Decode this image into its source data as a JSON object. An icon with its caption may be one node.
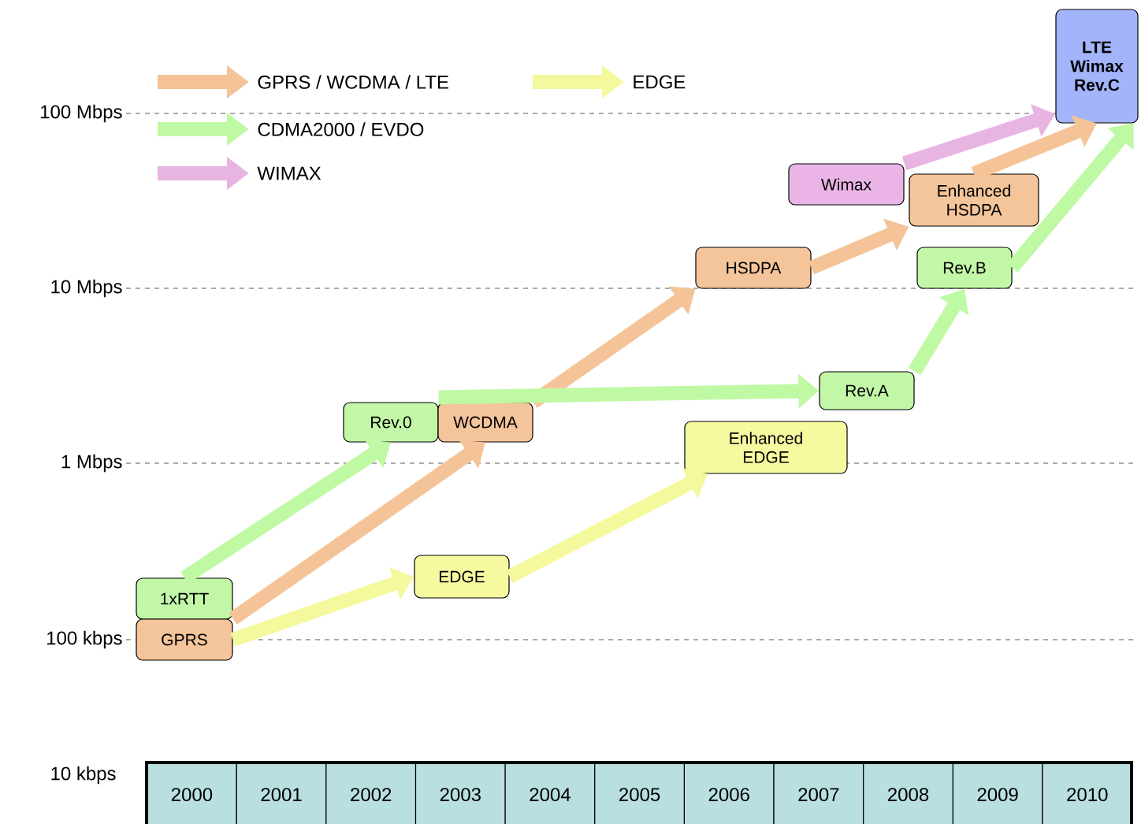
{
  "diagram": {
    "nodes": [
      {
        "text": [
          "LTE Wimax Rev.C"
        ]
      },
      {
        "text": [
          "Wimax"
        ]
      },
      {
        "text": [
          "Enhanced HSDPA"
        ]
      },
      {
        "text": [
          "HSDPA"
        ]
      },
      {
        "text": [
          "Rev.B"
        ]
      },
      {
        "text": [
          "Rev.0"
        ]
      },
      {
        "text": [
          "WCDMA"
        ]
      },
      {
        "text": [
          "Rev.A"
        ]
      },
      {
        "text": [
          "Enhanced EDGE"
        ]
      },
      {
        "text": [
          "1xRTT"
        ]
      },
      {
        "text": [
          "EDGE"
        ]
      },
      {
        "text": [
          "GPRS"
        ]
      }
    ],
    "edges": [
      {
        "from": 11,
        "to": 6,
        "arrow": "to",
        "color": "#f4c498"
      },
      {
        "from": 6,
        "to": 3,
        "arrow": "to",
        "color": "#f4c498"
      },
      {
        "from": 3,
        "to": 2,
        "arrow": "to",
        "color": "#f4c498"
      },
      {
        "from": 2,
        "to": 0,
        "arrow": "to",
        "color": "#f4c498"
      },
      {
        "from": 9,
        "to": 5,
        "arrow": "to",
        "color": "#bff9a4"
      },
      {
        "from": 5,
        "to": 7,
        "arrow": "to",
        "color": "#bff9a4"
      },
      {
        "from": 7,
        "to": 4,
        "arrow": "to",
        "color": "#bff9a4"
      },
      {
        "from": 4,
        "to": 0,
        "arrow": "to",
        "color": "#bff9a4"
      },
      {
        "from": 11,
        "to": 10,
        "arrow": "to",
        "color": "#f4f99e"
      },
      {
        "from": 10,
        "to": 8,
        "arrow": "to",
        "color": "#f4f99e"
      },
      {
        "from": 1,
        "to": 0,
        "arrow": "to",
        "color": "#e8b4e2"
      }
    ],
    "labels": [
      "100 Mbps",
      "10 Mbps",
      "1 Mbps",
      "100 kbps",
      "10 kbps",
      "2000",
      "2001",
      "2002",
      "2003",
      "2004",
      "2005",
      "2006",
      "2007",
      "2008",
      "2009",
      "2010"
    ],
    "legend": [
      {
        "text": "GPRS / WCDMA / LTE",
        "color": "#f4c498"
      },
      {
        "text": "EDGE",
        "color": "#f4f99e"
      },
      {
        "text": "CDMA2000 / EVDO",
        "color": "#bff9a4"
      },
      {
        "text": "WIMAX",
        "color": "#e8b4e2"
      }
    ]
  }
}
